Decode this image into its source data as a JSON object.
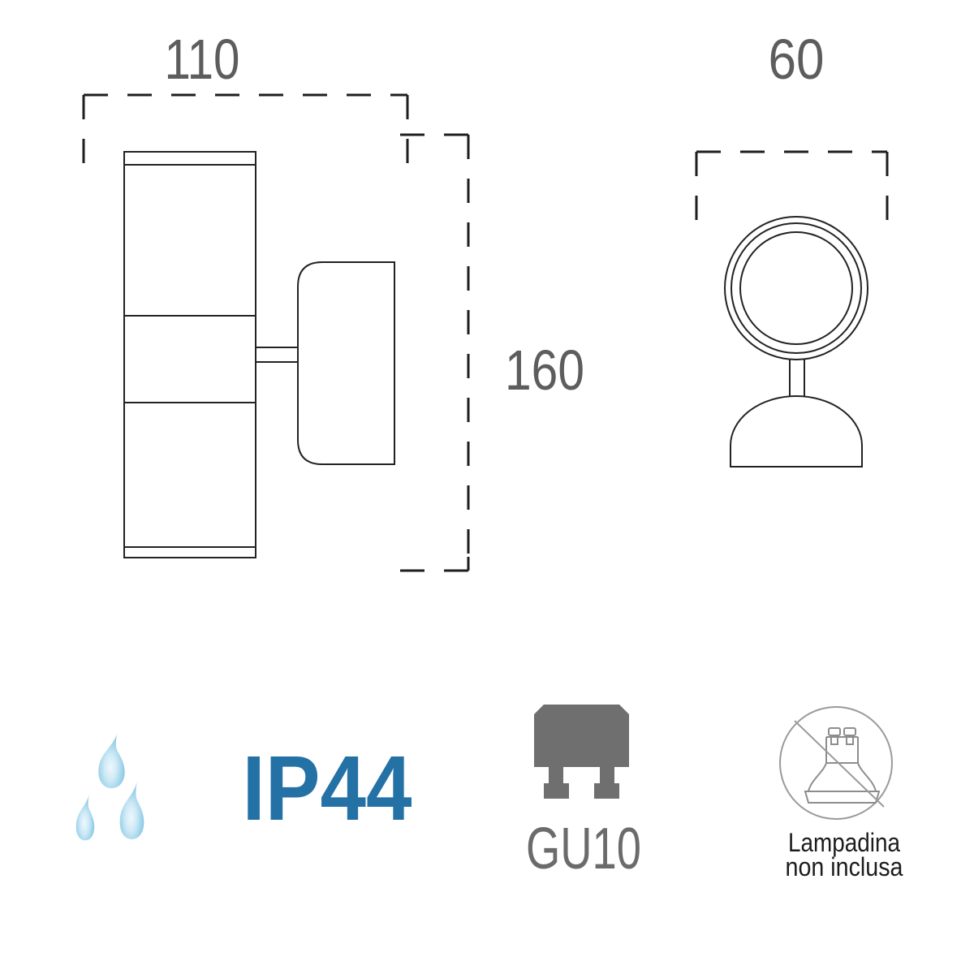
{
  "page": {
    "type": "product-dimension-sheet",
    "background": "#ffffff"
  },
  "dimensions": {
    "side_view_width": "110",
    "side_view_height": "160",
    "front_view_width": "60"
  },
  "features": {
    "waterproof_icon": "water-drops",
    "ip_rating": "IP44",
    "socket_icon": "gu10-socket",
    "socket_label": "GU10",
    "bulb_note_icon": "gu10-bulb-crossed-out",
    "bulb_note_line1": "Lampadina",
    "bulb_note_line2": "non inclusa"
  },
  "colors": {
    "drawing_line": "#222222",
    "dash_line": "#1e1e1e",
    "dimension_text": "#5d5d5d",
    "ip_blue": "#2471a6",
    "socket_gray": "#6f6f6f",
    "socket_text_gray": "#6b6b6b",
    "bulb_icon_gray": "#8d8d8d",
    "no_circle_gray": "#9a9a9a",
    "note_text": "#1c1c1c",
    "drop_edge_blue": "#79c0e0",
    "drop_center": "#eef8fc"
  }
}
